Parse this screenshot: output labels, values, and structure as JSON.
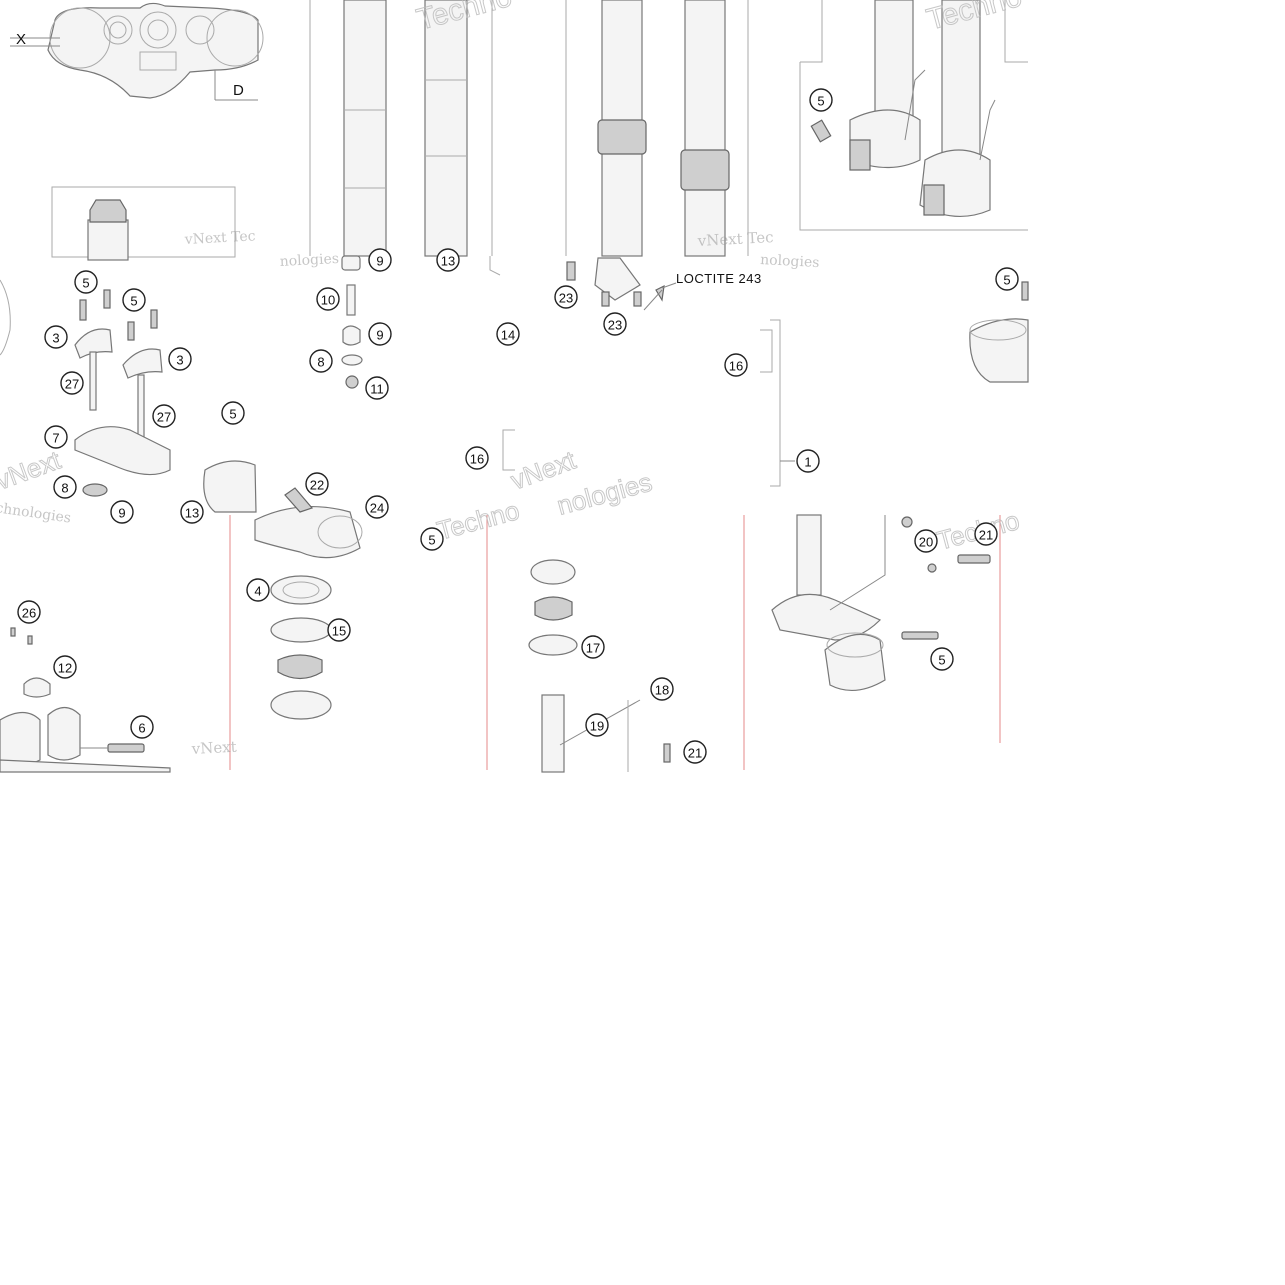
{
  "labels": {
    "x_dimension": "X",
    "d_dimension": "D",
    "loctite_note": "LOCTITE 243"
  },
  "watermarks": {
    "brand_short": "vNext Tec",
    "brand_full": "vNext Technologies",
    "technologies": "Techno",
    "nologies": "nologies",
    "next": "vNext",
    "chnologies": "chnologies"
  },
  "callouts": [
    {
      "id": "c5a",
      "text": "5"
    },
    {
      "id": "c5b",
      "text": "5"
    },
    {
      "id": "c5c",
      "text": "5"
    },
    {
      "id": "c5d",
      "text": "5"
    },
    {
      "id": "c5e",
      "text": "5"
    },
    {
      "id": "c5f",
      "text": "5"
    },
    {
      "id": "c5g",
      "text": "5"
    },
    {
      "id": "c3a",
      "text": "3"
    },
    {
      "id": "c3b",
      "text": "3"
    },
    {
      "id": "c27a",
      "text": "27"
    },
    {
      "id": "c27b",
      "text": "27"
    },
    {
      "id": "c7",
      "text": "7"
    },
    {
      "id": "c8a",
      "text": "8"
    },
    {
      "id": "c8b",
      "text": "8"
    },
    {
      "id": "c9a",
      "text": "9"
    },
    {
      "id": "c9b",
      "text": "9"
    },
    {
      "id": "c9c",
      "text": "9"
    },
    {
      "id": "c10",
      "text": "10"
    },
    {
      "id": "c11",
      "text": "11"
    },
    {
      "id": "c13a",
      "text": "13"
    },
    {
      "id": "c13b",
      "text": "13"
    },
    {
      "id": "c14a",
      "text": "14"
    },
    {
      "id": "c14b",
      "text": "4"
    },
    {
      "id": "c16a",
      "text": "16"
    },
    {
      "id": "c16b",
      "text": "16"
    },
    {
      "id": "c1",
      "text": "1"
    },
    {
      "id": "c23a",
      "text": "23"
    },
    {
      "id": "c23b",
      "text": "23"
    },
    {
      "id": "c22",
      "text": "22"
    },
    {
      "id": "c24",
      "text": "24"
    },
    {
      "id": "c15",
      "text": "15"
    },
    {
      "id": "c17",
      "text": "17"
    },
    {
      "id": "c18",
      "text": "18"
    },
    {
      "id": "c19",
      "text": "19"
    },
    {
      "id": "c20",
      "text": "20"
    },
    {
      "id": "c21a",
      "text": "21"
    },
    {
      "id": "c21b",
      "text": "21"
    },
    {
      "id": "c26",
      "text": "26"
    },
    {
      "id": "c12",
      "text": "12"
    },
    {
      "id": "c6",
      "text": "6"
    }
  ]
}
